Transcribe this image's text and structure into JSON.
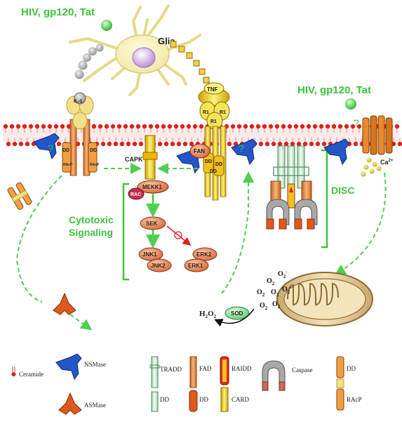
{
  "labels": {
    "stimulus_top": "HIV, gp120, Tat",
    "stimulus_right": "HIV, gp120, Tat",
    "glia": "Glia",
    "il1": "IL-1",
    "tnf": "TNF",
    "r1": "R1",
    "fan": "FAN",
    "capk": "CAPK",
    "dd": "DD",
    "racp": "RAcP",
    "question": "?",
    "ca": "Ca",
    "ca_sup": "2+",
    "disc": "DISC",
    "cytotoxic_line1": "Cytotoxic",
    "cytotoxic_line2": "Signaling",
    "mekk1": "MEKK1",
    "rac": "RAC",
    "sek": "SEK",
    "jnk1": "JNK1",
    "jnk2": "JNK2",
    "erk1": "ERK1",
    "erk2": "ERK2",
    "sod": "SOD",
    "h2o2": "H",
    "h2o2_sub1": "2",
    "h2o2_o": "O",
    "h2o2_sub2": "2",
    "superoxide": "O",
    "superoxide_sub": "2",
    "superoxide_sup": "-"
  },
  "legend": {
    "ceramide": "Ceramide",
    "nsmase": "NSMase",
    "asmase": "ASMase",
    "tradd": "TRADD",
    "tradd_dd": "DD",
    "fad": "FAD",
    "fad_dd": "DD",
    "raidd": "RAIDD",
    "card": "CARD",
    "caspase": "Caspase",
    "dd": "DD",
    "racp": "RAcP"
  },
  "colors": {
    "green_label": "#3cc43c",
    "membrane_red": "#e0201a",
    "nsmase_blue": "#2456c8",
    "asmase_orange": "#e0581a",
    "kinase_oval": "#e8895a",
    "mito_tan": "#e8d2a4",
    "sod_green": "#9ee0a8"
  }
}
